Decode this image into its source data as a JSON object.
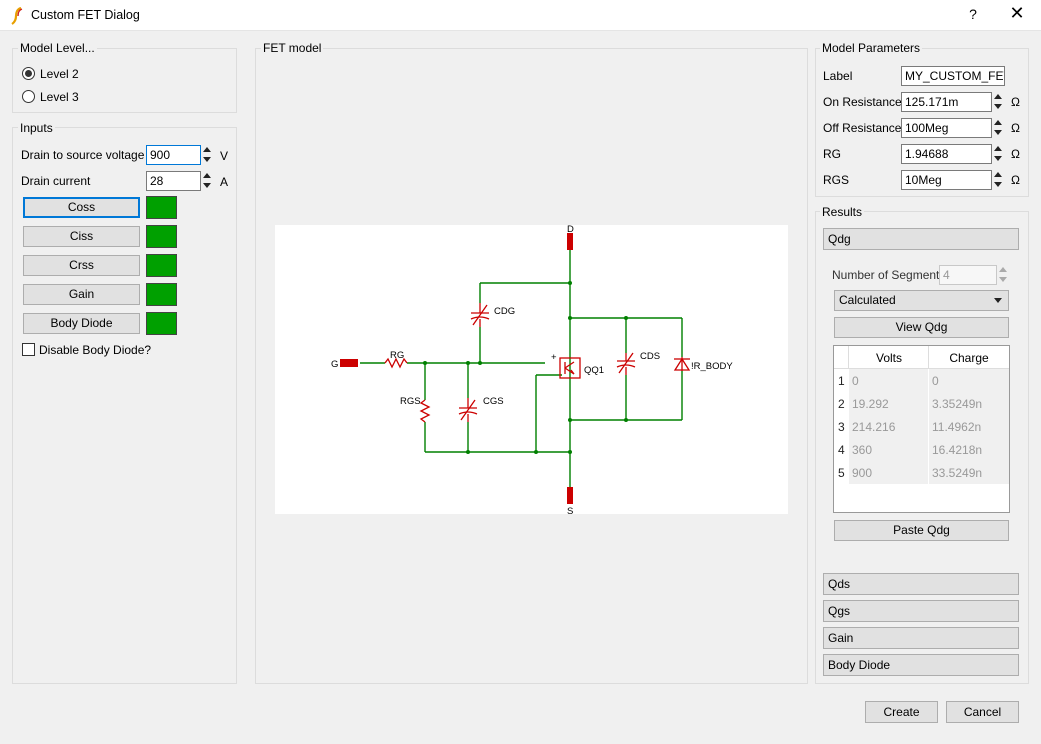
{
  "window": {
    "title": "Custom FET Dialog",
    "help_label": "?",
    "close_label": "✕"
  },
  "model_level": {
    "legend": "Model Level...",
    "options": [
      "Level 2",
      "Level 3"
    ],
    "selected": "Level 2"
  },
  "inputs": {
    "legend": "Inputs",
    "drain_voltage_label": "Drain to source voltage",
    "drain_voltage_value": "900",
    "drain_voltage_unit": "V",
    "drain_current_label": "Drain current",
    "drain_current_value": "28",
    "drain_current_unit": "A",
    "buttons": [
      "Coss",
      "Ciss",
      "Crss",
      "Gain",
      "Body Diode"
    ],
    "status_color": "#00a000",
    "disable_body_diode_label": "Disable Body Diode?"
  },
  "fet_model": {
    "legend": "FET model",
    "labels": {
      "drain": "D",
      "source": "S",
      "gate": "G",
      "rg": "RG",
      "rgs": "RGS",
      "cdg": "CDG",
      "cgs": "CGS",
      "cds": "CDS",
      "qq1": "QQ1",
      "r_body": "!R_BODY",
      "plus": "+"
    },
    "wire_color": "#008000",
    "component_color": "#cc0000"
  },
  "model_parameters": {
    "legend": "Model Parameters",
    "label_label": "Label",
    "label_value": "MY_CUSTOM_FET",
    "rows": [
      {
        "label": "On Resistance",
        "value": "125.171m",
        "unit": "Ω"
      },
      {
        "label": "Off Resistance",
        "value": "100Meg",
        "unit": "Ω"
      },
      {
        "label": "RG",
        "value": "1.94688",
        "unit": "Ω"
      },
      {
        "label": "RGS",
        "value": "10Meg",
        "unit": "Ω"
      }
    ]
  },
  "results": {
    "legend": "Results",
    "qdg_tab": "Qdg",
    "segments_label": "Number of Segments",
    "segments_value": "4",
    "mode_value": "Calculated",
    "view_button": "View Qdg",
    "paste_button": "Paste Qdg",
    "table": {
      "headers": [
        "Volts",
        "Charge"
      ],
      "rows": [
        {
          "num": "1",
          "volts": "0",
          "charge": "0"
        },
        {
          "num": "2",
          "volts": "19.292",
          "charge": "3.35249n"
        },
        {
          "num": "3",
          "volts": "214.216",
          "charge": "11.4962n"
        },
        {
          "num": "4",
          "volts": "360",
          "charge": "16.4218n"
        },
        {
          "num": "5",
          "volts": "900",
          "charge": "33.5249n"
        }
      ]
    },
    "other_tabs": [
      "Qds",
      "Qgs",
      "Gain",
      "Body Diode"
    ]
  },
  "footer": {
    "create_label": "Create",
    "cancel_label": "Cancel"
  }
}
